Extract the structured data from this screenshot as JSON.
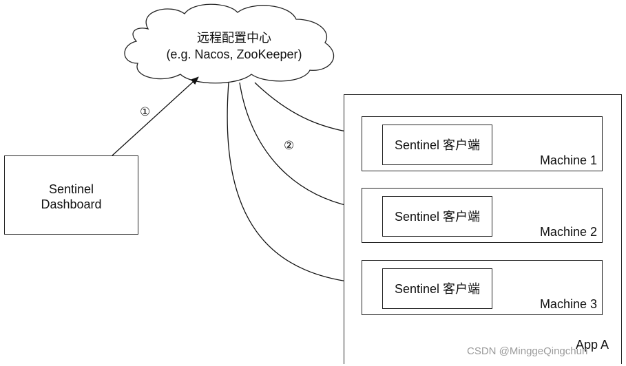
{
  "cloud": {
    "line1": "远程配置中心",
    "line2": "(e.g. Nacos, ZooKeeper)"
  },
  "dashboard": {
    "line1": "Sentinel",
    "line2": "Dashboard"
  },
  "steps": {
    "step1": "①",
    "step2": "②"
  },
  "app": {
    "label": "App A",
    "machines": [
      {
        "client": "Sentinel 客户端",
        "name": "Machine 1"
      },
      {
        "client": "Sentinel 客户端",
        "name": "Machine 2"
      },
      {
        "client": "Sentinel 客户端",
        "name": "Machine 3"
      }
    ]
  },
  "watermark": "CSDN @MinggeQingchun"
}
